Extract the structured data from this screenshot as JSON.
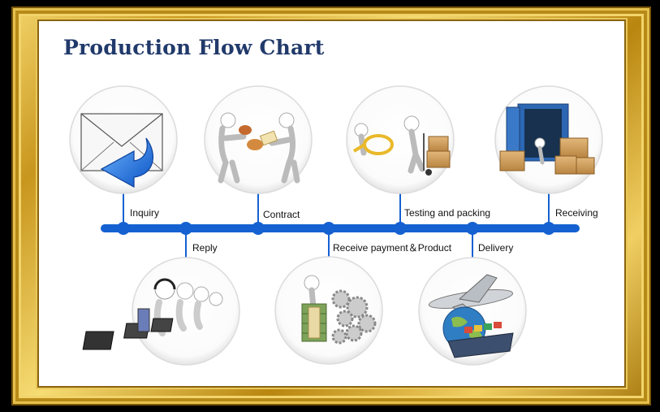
{
  "title": "Production Flow Chart",
  "colors": {
    "timeline": "#1561d1",
    "title": "#213a6b",
    "frame_gold": "#d4a52a"
  },
  "steps": [
    {
      "label": "Inquiry",
      "icon": "envelope-arrow-icon"
    },
    {
      "label": "Reply",
      "icon": "call-center-operators-icon"
    },
    {
      "label": "Contract",
      "icon": "handshake-figures-icon"
    },
    {
      "label": "Receive payment＆Product",
      "icon": "money-gears-icon"
    },
    {
      "label": "Testing and packing",
      "icon": "magnifier-boxes-icon"
    },
    {
      "label": "Delivery",
      "icon": "plane-ship-globe-icon"
    },
    {
      "label": "Receiving",
      "icon": "container-boxes-icon"
    }
  ]
}
